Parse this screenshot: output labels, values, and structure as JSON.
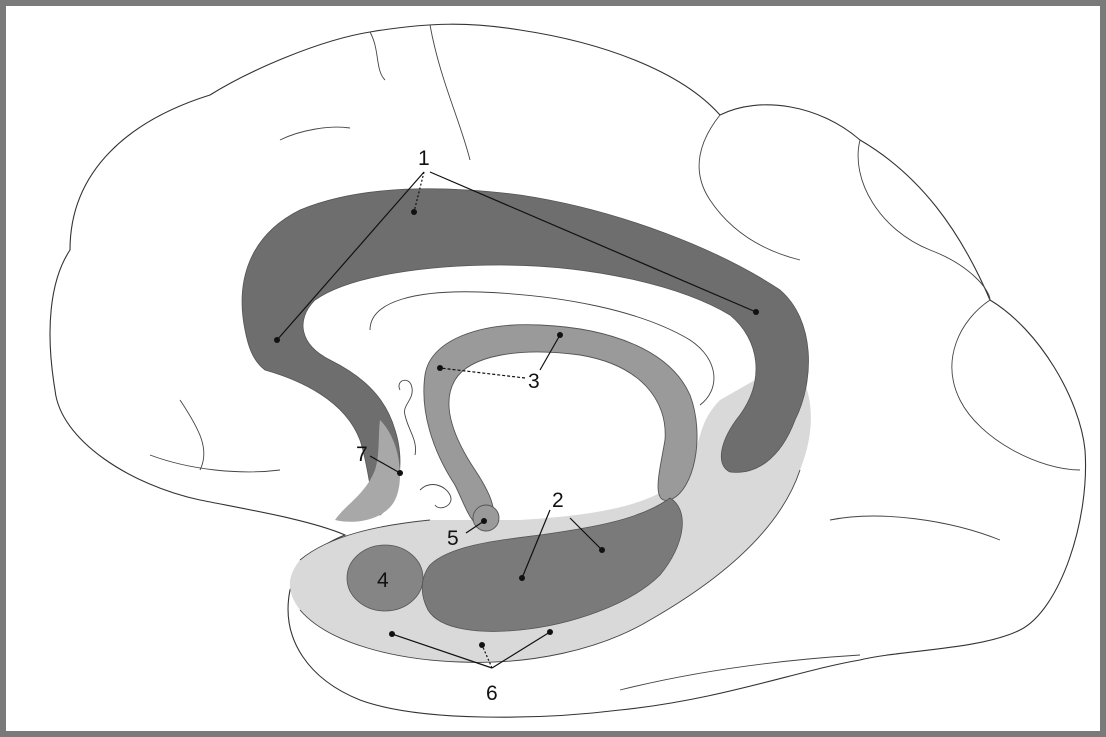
{
  "labels": {
    "l1": "1",
    "l2": "2",
    "l3": "3",
    "l4": "4",
    "l5": "5",
    "l6": "6",
    "l7": "7"
  },
  "colors": {
    "frame": "#7a7a7a",
    "dark_structure": "#6b6b6b",
    "medium_structure": "#8c8c8c",
    "light_region": "#d6d6d6",
    "outline": "#333333"
  }
}
